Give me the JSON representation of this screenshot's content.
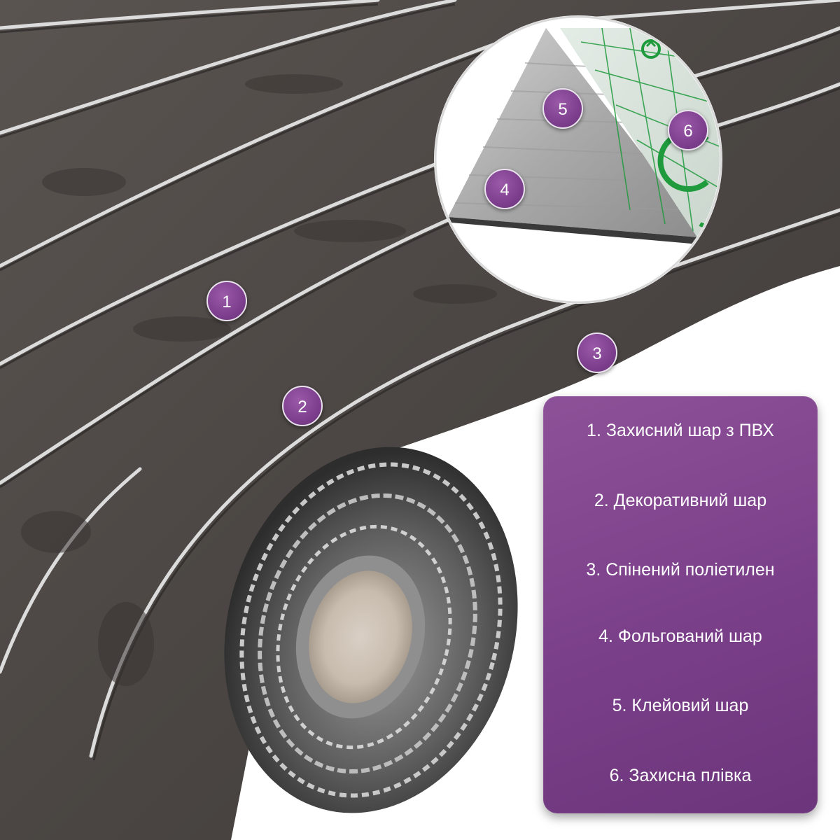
{
  "markers": [
    "1",
    "2",
    "3",
    "4",
    "5",
    "6"
  ],
  "legend": {
    "items": [
      "1. Захисний шар з ПВХ",
      "2. Декоративний шар",
      "3. Спінений поліетилен",
      "4. Фольгований шар",
      "5. Клейовий шар",
      "6. Захисна плівка"
    ]
  },
  "colors": {
    "accent": "#7d3f8e",
    "panel": "#7a3f89",
    "wallpaper": "#4f4a47",
    "foil": "#b8b8b8",
    "film_grid": "#1f9a3c"
  },
  "icons": [
    "recycle-icon"
  ]
}
